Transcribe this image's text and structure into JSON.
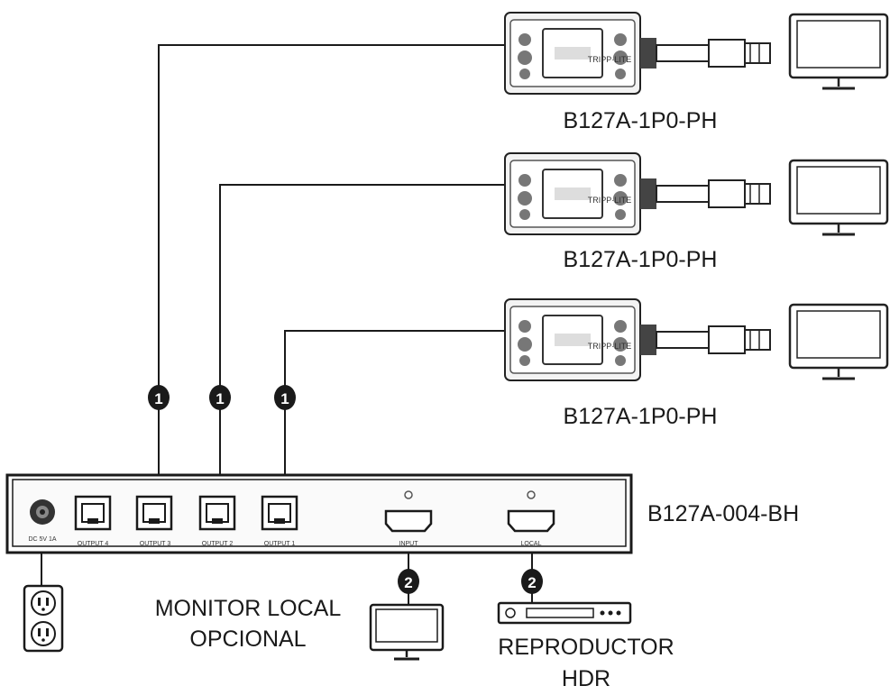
{
  "receivers": [
    {
      "model": "B127A-1P0-PH"
    },
    {
      "model": "B127A-1P0-PH"
    },
    {
      "model": "B127A-1P0-PH"
    }
  ],
  "transmitter": {
    "model": "B127A-004-BH",
    "ports": [
      "OUTPUT 4",
      "OUTPUT 3",
      "OUTPUT 2",
      "OUTPUT 1",
      "INPUT",
      "LOCAL"
    ],
    "power_label": "DC 5V  1A"
  },
  "markers": {
    "cable_1": "1",
    "cable_2": "2"
  },
  "receiver_logo_text": "TRIPP·LITE",
  "local_monitor": {
    "line1": "MONITOR LOCAL",
    "line2": "OPCIONAL"
  },
  "player": {
    "line1": "REPRODUCTOR",
    "line2": "HDR"
  },
  "colors": {
    "line": "#1a1a1a",
    "background": "#ffffff",
    "device_fill": "#f2f2f2"
  }
}
